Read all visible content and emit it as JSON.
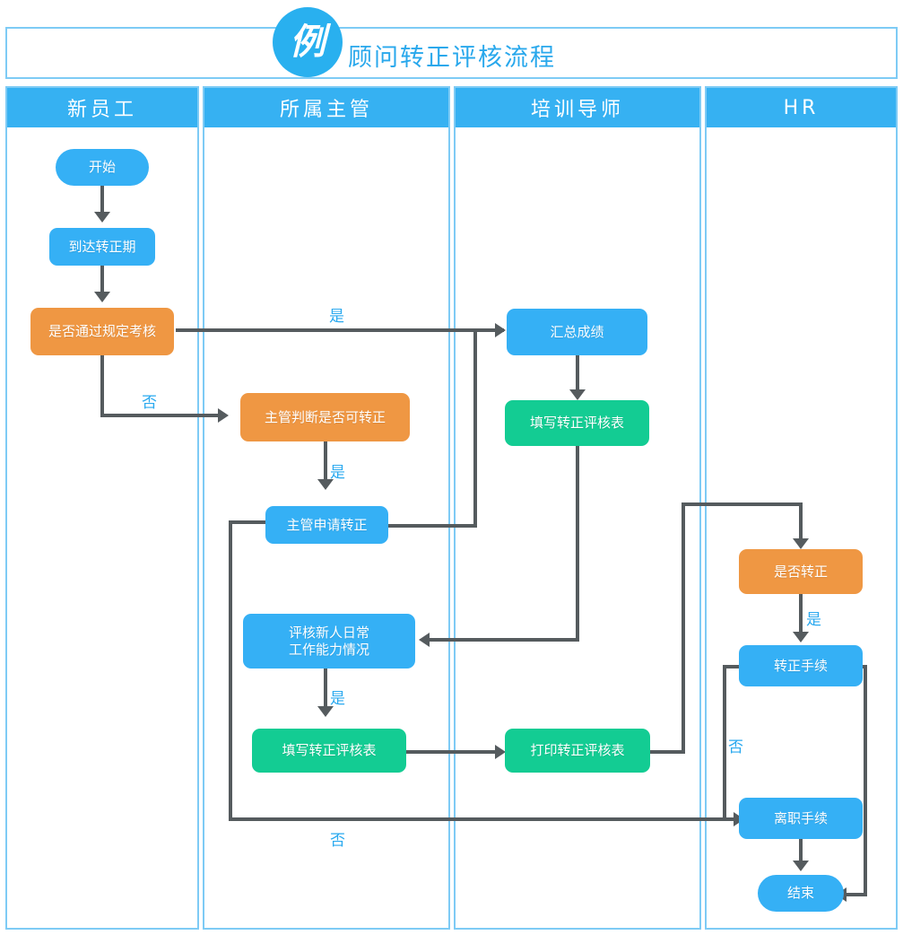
{
  "header": {
    "badge": "例",
    "title": "顾问转正评核流程"
  },
  "lanes": [
    {
      "id": "new-employee",
      "label": "新员工"
    },
    {
      "id": "direct-manager",
      "label": "所属主管"
    },
    {
      "id": "training-mentor",
      "label": "培训导师"
    },
    {
      "id": "hr",
      "label": "HR"
    }
  ],
  "nodes": {
    "start": {
      "label": "开始",
      "shape": "pill",
      "color": "#35b0f5",
      "lane": "new-employee"
    },
    "reach_period": {
      "label": "到达转正期",
      "shape": "rect",
      "color": "#35b0f5",
      "lane": "new-employee"
    },
    "pass_exam": {
      "label": "是否通过规定考核",
      "shape": "rect",
      "color": "#ef9743",
      "lane": "new-employee"
    },
    "mgr_judge": {
      "label": "主管判断是否可转正",
      "shape": "rect",
      "color": "#ef9743",
      "lane": "direct-manager"
    },
    "mgr_apply": {
      "label": "主管申请转正",
      "shape": "rect",
      "color": "#35b0f5",
      "lane": "direct-manager"
    },
    "assess_daily_1": {
      "label": "评核新人日常",
      "shape": "rect",
      "color": "#35b0f5",
      "lane": "direct-manager"
    },
    "assess_daily_2": {
      "label": "工作能力情况",
      "shape": "rect",
      "color": "#35b0f5",
      "lane": "direct-manager"
    },
    "fill_form_mgr": {
      "label": "填写转正评核表",
      "shape": "rect",
      "color": "#13cc93",
      "lane": "direct-manager"
    },
    "sum_scores": {
      "label": "汇总成绩",
      "shape": "rect",
      "color": "#35b0f5",
      "lane": "training-mentor"
    },
    "fill_form_mentor": {
      "label": "填写转正评核表",
      "shape": "rect",
      "color": "#13cc93",
      "lane": "training-mentor"
    },
    "print_form": {
      "label": "打印转正评核表",
      "shape": "rect",
      "color": "#13cc93",
      "lane": "training-mentor"
    },
    "is_confirm": {
      "label": "是否转正",
      "shape": "rect",
      "color": "#ef9743",
      "lane": "hr"
    },
    "confirm_proc": {
      "label": "转正手续",
      "shape": "rect",
      "color": "#35b0f5",
      "lane": "hr"
    },
    "resign_proc": {
      "label": "离职手续",
      "shape": "rect",
      "color": "#35b0f5",
      "lane": "hr"
    },
    "end": {
      "label": "结束",
      "shape": "pill",
      "color": "#35b0f5",
      "lane": "hr"
    }
  },
  "edge_labels": {
    "pass_exam_yes": "是",
    "pass_exam_no": "否",
    "mgr_judge_yes": "是",
    "assess_yes": "是",
    "is_confirm_yes": "是",
    "confirm_no": "否",
    "mgr_loop_no": "否"
  },
  "colors": {
    "lane_header": "#36b1f2",
    "lane_border": "#7ecbf5",
    "node_blue": "#35b0f5",
    "node_orange": "#ef9743",
    "node_green": "#13cc93",
    "connector": "#555b5e",
    "label_text": "#2aa9ef",
    "title_text": "#29a8ec"
  }
}
